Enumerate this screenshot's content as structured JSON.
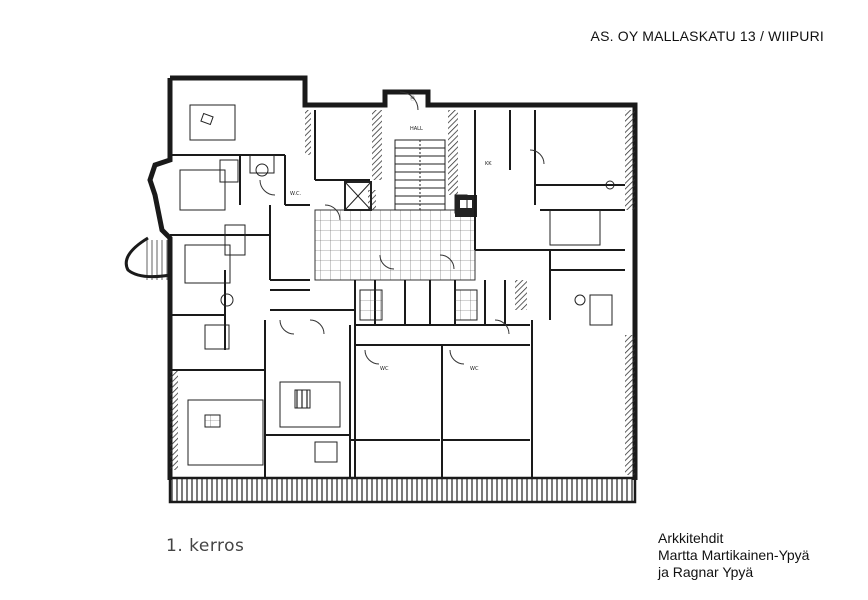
{
  "document": {
    "title": "AS. OY MALLASKATU 13 / WIIPURI",
    "floor_label": "1.  kerros",
    "credits": {
      "line1": "Arkkitehdit",
      "line2": "Martta Martikainen-Ypyä",
      "line3": "ja Ragnar Ypyä"
    }
  },
  "colors": {
    "ink": "#1a1a1a",
    "paper": "#ffffff",
    "hatch": "#6b6b6b"
  },
  "icons": [
    "floor-plan-drawing",
    "stair-symbol",
    "door-swing-symbol",
    "furniture-symbol"
  ]
}
